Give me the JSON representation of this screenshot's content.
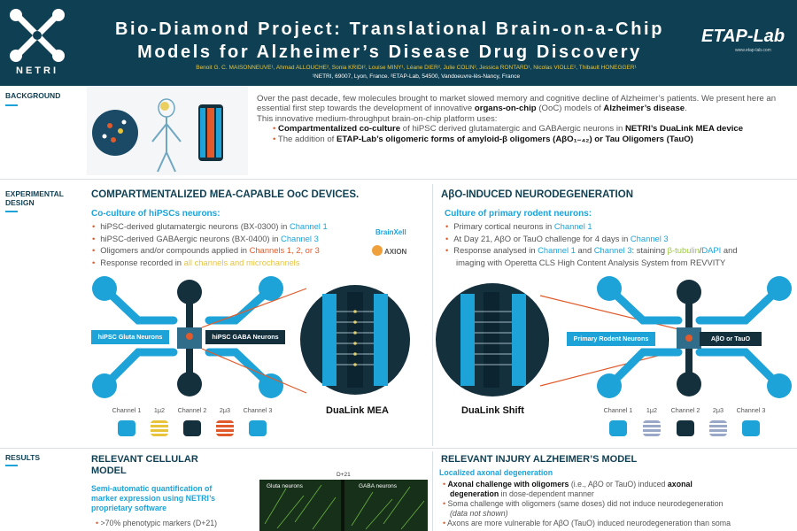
{
  "header": {
    "logo_text": "NETRI",
    "title_line1": "Bio-Diamond Project: Translational Brain-on-a-Chip",
    "title_line2": "Models for Alzheimer’s Disease Drug Discovery",
    "authors": "Benoit G. C. MAISONNEUVE¹, Ahmad ALLOUCHE², Sonia KRIDI², Louise MINY¹, Léane DIER², Julie COLIN², Jessica RONTARD¹, Nicolas VIOLLE², Thibault HONEGGER¹",
    "affiliations": "¹NETRI, 69007, Lyon, France. ²ETAP-Lab, 54500, Vandoeuvre-lès-Nancy, France",
    "etap_logo": "ETAP-Lab",
    "etap_url": "www.etap-lab.com"
  },
  "sections": {
    "background": "BACKGROUND",
    "experimental_design_1": "EXPERIMENTAL",
    "experimental_design_2": "DESIGN",
    "results": "RESULTS"
  },
  "background": {
    "p1_a": "Over the past decade, few molecules brought to market slowed memory and cognitive decline of Alzheimer’s patients. We present here an essential first step towards the development of innovative ",
    "p1_b": "organs-on-chip",
    "p1_c": " (OoC) models of ",
    "p1_d": "Alzheimer’s disease",
    "p1_e": ".",
    "p2": "This innovative medium-throughput brain-on-chip platform uses:",
    "b1_a": "Compartmentalized co-culture",
    "b1_b": " of hiPSC derived glutamatergic and GABAergic neurons in ",
    "b1_c": "NETRI’s DuaLink MEA device",
    "b2_a": "The addition of ",
    "b2_b": "ETAP-Lab’s oligomeric forms of amyloid-β oligomers (AβO₁₋₄₂) or Tau Oligomers (TauO)"
  },
  "left": {
    "title": "COMPARTMENTALIZED MEA-CAPABLE OoC DEVICES.",
    "subtitle": "Co-culture of hiPSCs neurons:",
    "i1_a": "hiPSC-derived glutamatergic neurons (BX-0300) in ",
    "i1_b": "Channel 1",
    "i2_a": "hiPSC-derived GABAergic neurons (BX-0400) in ",
    "i2_b": "Channel 3",
    "i3_a": "Oligomers and/or compounds applied in ",
    "i3_b": "Channels 1, 2, or 3",
    "i4_a": "Response recorded in ",
    "i4_b": "all channels and microchannels",
    "brand1": "BrainXell",
    "brand2": "AXION",
    "arrow1": "hiPSC Gluta Neurons",
    "arrow2": "hiPSC GABA Neurons",
    "chip_name": "DuaLink MEA",
    "legend": [
      "Channel 1",
      "1μ2",
      "Channel 2",
      "2μ3",
      "Channel 3"
    ]
  },
  "right": {
    "title": "AβO-INDUCED NEURODEGENERATION",
    "subtitle": "Culture of primary rodent neurons:",
    "i1_a": "Primary cortical neurons in ",
    "i1_b": "Channel 1",
    "i2_a": "At Day 21, ",
    "i2_b": "AβO or TauO challenge for 4 days in ",
    "i2_c": "Channel 3",
    "i3_a": "Response analysed in ",
    "i3_b": "Channel 1",
    "i3_c": " and ",
    "i3_d": "Channel 3",
    "i3_e": ": staining ",
    "i3_f": "β-tubulin",
    "i3_g": "/",
    "i3_h": "DAPI",
    "i3_i": " and",
    "i3_j": "imaging with Operetta CLS High Content Analysis System from REVVITY",
    "arrow1": "Primary Rodent Neurons",
    "arrow2": "AβO or TauO",
    "chip_name": "DuaLink Shift",
    "legend": [
      "Channel 1",
      "1μ2",
      "Channel 2",
      "2μ3",
      "Channel 3"
    ]
  },
  "results_left": {
    "title1": "RELEVANT CELLULAR",
    "title2": "MODEL",
    "sub1": "Semi-automatic quantification of",
    "sub2": "marker expression using NETRI’s",
    "sub3": "proprietary software",
    "bullet": ">70% phenotypic markers (D+21)",
    "micro_top": "D+21",
    "micro_l": "Gluta neurons",
    "micro_r": "GABA neurons"
  },
  "results_right": {
    "title": "RELEVANT INJURY ALZHEIMER’S MODEL",
    "sub": "Localized axonal degeneration",
    "b1_a": "Axonal challenge with oligomers",
    "b1_b": " (i.e., AβO or TauO) induced ",
    "b1_c": "axonal",
    "b1_d": "degeneration",
    "b1_e": " in dose-dependent manner",
    "b2": "Soma challenge with oligomers (same doses) did not induce neurodegeneration",
    "b2_note": "(data not shown)",
    "b3": "Axons are more vulnerable for AβO (TauO) induced neurodegeneration than soma"
  },
  "colors": {
    "navy": "#0f3f52",
    "cyan": "#1ea3d8",
    "orange": "#e05a2b",
    "dark": "#15303d"
  }
}
